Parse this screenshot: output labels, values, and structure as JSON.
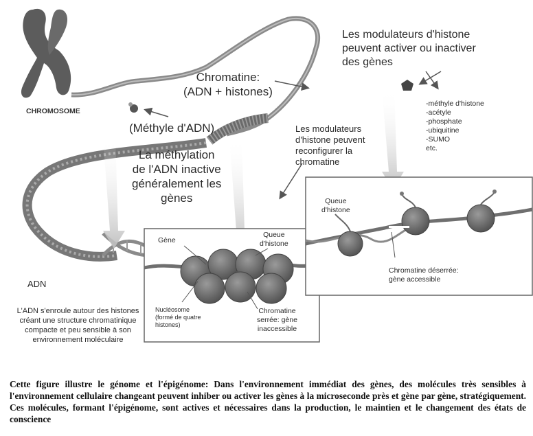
{
  "labels": {
    "chromosome": "CHROMOSOME",
    "chromatine": "Chromatine:\n(ADN + histones)",
    "methyle_adn": "(Méthyle d'ADN)",
    "methylation": "La méthylation\nde l'ADN inactive\ngénéralement les\ngènes",
    "modulateurs_activer": "Les modulateurs d'histone\npeuvent activer ou inactiver\ndes gènes",
    "modulateurs_reconfig": "Les modulateurs\nd'histone peuvent\nreconfigurer la\nchromatine",
    "modifications": "-méthyle d'histone\n-acétyle\n-phosphate\n-ubiquitine\n-SUMO\netc.",
    "adn": "ADN",
    "adn_enroule": "L'ADN s'enroule autour des histones\ncréant une structure chromatinique\ncompacte et peu sensible à son\nenvironnement moléculaire",
    "gene": "Gène",
    "queue_histone_1": "Queue\nd'histone",
    "queue_histone_2": "Queue\nd'histone",
    "nucleosome": "Nucléosome\n(formé de quatre\nhistones)",
    "chromatine_serree": "Chromatine\nserrée: gène\ninaccessible",
    "chromatine_deserree": "Chromatine déserrée:\ngène accessible"
  },
  "caption": "Cette figure illustre le génome et l'épigénome:  Dans l'environnement immédiat des gènes, des molécules très sensibles à l'environnement cellulaire changeant peuvent inhiber ou activer les gènes à la microseconde près et gène par gène, stratégiquement. Ces molécules, formant l'épigénome, sont actives et nécessaires dans la production, le maintien et le changement des états de conscience",
  "colors": {
    "strand": "#8a8a8a",
    "nucleosome": "#6e6e6e",
    "arrow": "#c9c9c9",
    "text": "#2a2a2a"
  }
}
